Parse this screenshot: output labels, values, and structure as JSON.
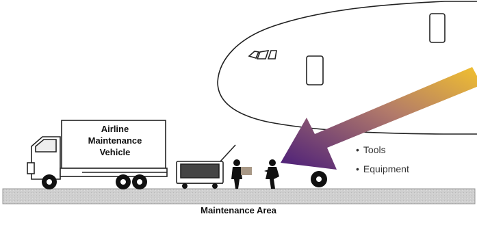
{
  "truck": {
    "label_lines": [
      "Airline",
      "Maintenance",
      "Vehicle"
    ]
  },
  "items": [
    "Tools",
    "Equipment"
  ],
  "caption": "Maintenance Area",
  "colors": {
    "arrow_start": "#f2c12e",
    "arrow_end": "#4a1d7a",
    "ground": "#c8c8c8",
    "outline": "#222222"
  },
  "icons": [
    "airplane-nose",
    "truck",
    "cart",
    "worker-icon",
    "arrow"
  ]
}
